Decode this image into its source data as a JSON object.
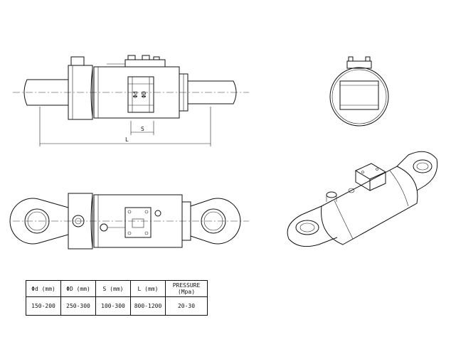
{
  "dimension_labels": {
    "rod_diameter": "Φd",
    "bore_diameter": "ΦD",
    "stroke": "S",
    "length": "L"
  },
  "spec_table": {
    "headers": [
      "Φd (mm)",
      "ΦD (mm)",
      "S (mm)",
      "L (mm)",
      "PRESSURE (Mpa)"
    ],
    "values": [
      "150-200",
      "250-300",
      "100-300",
      "800-1200",
      "20-30"
    ]
  }
}
